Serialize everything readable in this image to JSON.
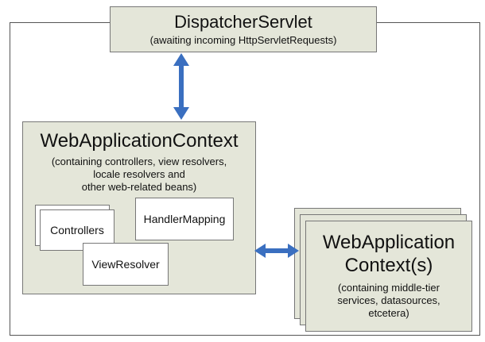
{
  "dispatcher": {
    "title": "DispatcherServlet",
    "subtitle": "(awaiting incoming HttpServletRequests)"
  },
  "web_app_context": {
    "title": "WebApplicationContext",
    "description": [
      "(containing controllers, view resolvers,",
      "locale resolvers and",
      "other web-related beans)"
    ],
    "children": {
      "controllers": "Controllers",
      "handler_mapping": "HandlerMapping",
      "view_resolver": "ViewResolver"
    }
  },
  "root_contexts": {
    "title_line1": "WebApplication",
    "title_line2": "Context(s)",
    "description": [
      "(containing middle-tier",
      "services, datasources,",
      "etcetera)"
    ]
  },
  "colors": {
    "box_fill": "#e4e6d9",
    "arrow": "#3a6fc0"
  }
}
